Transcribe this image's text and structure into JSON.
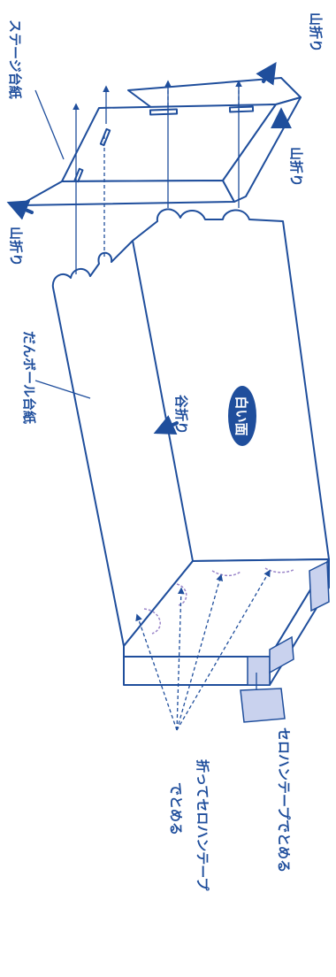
{
  "labels": {
    "stage_board": "ステージ台紙",
    "mountain_fold_top": "山折り",
    "mountain_fold_right": "山折り",
    "mountain_fold_left": "山折り",
    "cardboard": "だんボール台紙",
    "valley_fold": "谷折り",
    "white_side": "白い面",
    "tape_label": "セロハンテープでとめる",
    "fold_tape_line1": "折ってセロハンテープ",
    "fold_tape_line2": "でとめる"
  },
  "colors": {
    "line": "#1f4e9c",
    "badge": "#1f4e9c",
    "tape": "#c9d2ee",
    "dashed_arc": "#9b86c9"
  },
  "icons": [
    "arrow-icon",
    "tape-icon"
  ]
}
